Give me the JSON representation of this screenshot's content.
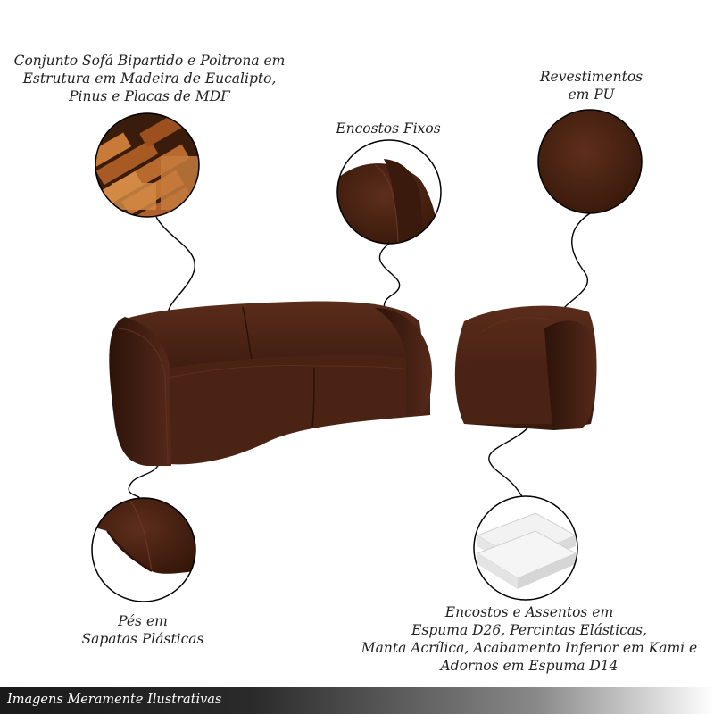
{
  "captions": {
    "structure": [
      "Conjunto Sofá Bipartido e Poltrona em",
      "Estrutura em Madeira de Eucalipto,",
      "Pinus e Placas de MDF"
    ],
    "backrest": [
      "Encostos Fixos"
    ],
    "upholstery": [
      "Revestimentos",
      "em PU"
    ],
    "feet": [
      "Pés em",
      "Sapatas Plásticas"
    ],
    "foam": [
      "Encostos e Assentos em",
      "Espuma D26, Percintas Elásticas,",
      "Manta Acrílica, Acabamento Inferior em Kami e",
      "Adornos em Espuma D14"
    ]
  },
  "footer": {
    "text": "Imagens Meramente Ilustrativas"
  },
  "colors": {
    "leather": "#4a2416",
    "leather_dark": "#2e140b",
    "leather_light": "#6a3422",
    "wood": "#b5652a"
  }
}
